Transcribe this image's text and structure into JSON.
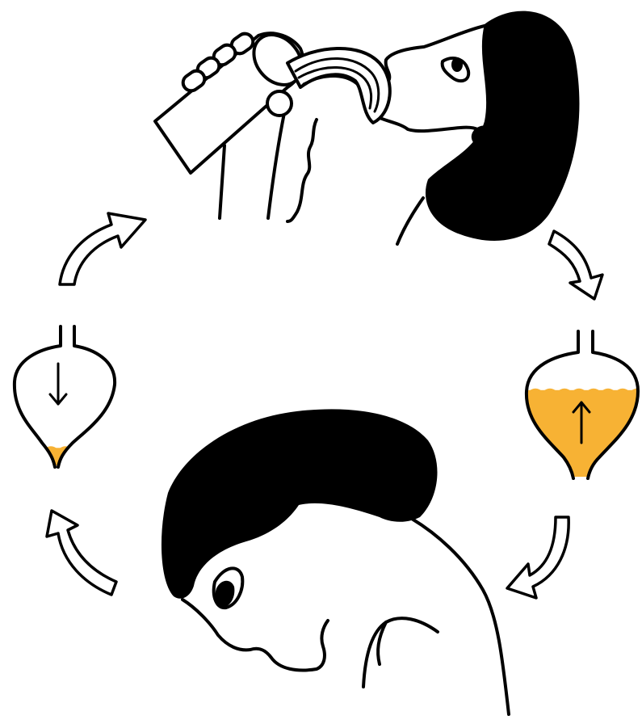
{
  "colors": {
    "ink": "#000000",
    "paper": "#ffffff",
    "liquid": "#f7b234"
  },
  "bladder_left": {
    "icon": "bladder-nearly-empty",
    "fill_level": 0.15,
    "flow_direction": "down"
  },
  "bladder_right": {
    "icon": "bladder-filling",
    "fill_level": 0.6,
    "flow_direction": "up"
  },
  "cycle": {
    "direction": "clockwise",
    "steps": [
      "drinking",
      "bladder-filling",
      "head-bowed",
      "bladder-emptied"
    ]
  }
}
